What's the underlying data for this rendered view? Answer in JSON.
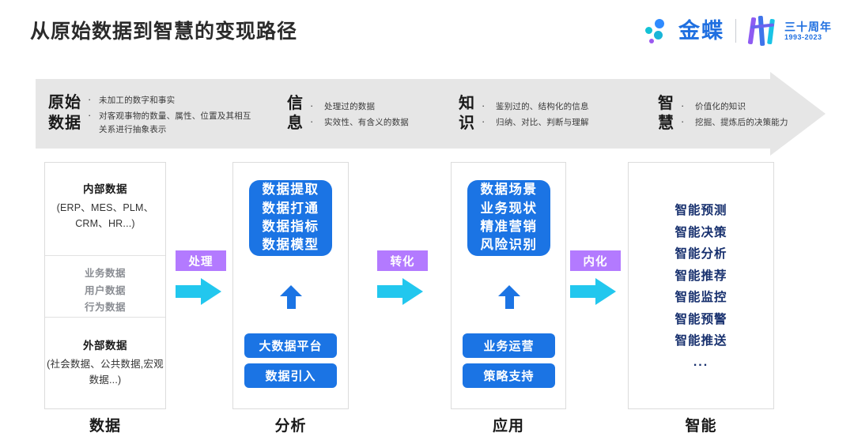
{
  "header": {
    "title": "从原始数据到智慧的变现路径",
    "brand": {
      "name": "金蝶",
      "anniversary_cn": "三十周年",
      "anniversary_years": "1993-2023"
    }
  },
  "banner": {
    "stages": [
      {
        "title_line1": "原始",
        "title_line2": "数据",
        "bullets": [
          "未加工的数字和事实",
          "对客观事物的数量、属性、位置及其相互关系进行抽象表示"
        ],
        "dot": "·"
      },
      {
        "title_line1": "信",
        "title_line2": "息",
        "bullets": [
          "处理过的数据",
          "实效性、有含义的数据"
        ],
        "dot": "·"
      },
      {
        "title_line1": "知",
        "title_line2": "识",
        "bullets": [
          "鉴别过的、结构化的信息",
          "归纳、对比、判断与理解"
        ],
        "dot": "·"
      },
      {
        "title_line1": "智",
        "title_line2": "慧",
        "bullets": [
          "价值化的知识",
          "挖掘、提炼后的决策能力"
        ],
        "dot": "·"
      }
    ]
  },
  "columns": [
    {
      "caption": "数据",
      "internal_heading": "内部数据",
      "internal_detail": "(ERP、MES、PLM、CRM、HR...)",
      "middle_items": [
        "业务数据",
        "用户数据",
        "行为数据"
      ],
      "external_heading": "外部数据",
      "external_detail": "(社会数据、公共数据,宏观数据...)"
    },
    {
      "caption": "分析",
      "card_text": "数据提取\n数据打通\n数据指标\n数据模型",
      "pills": [
        "大数据平台",
        "数据引入"
      ]
    },
    {
      "caption": "应用",
      "card_text": "数据场景\n业务现状\n精准营销\n风险识别",
      "pills": [
        "业务运营",
        "策略支持"
      ]
    },
    {
      "caption": "智能",
      "items": [
        "智能预测",
        "智能决策",
        "智能分析",
        "智能推荐",
        "智能监控",
        "智能预警",
        "智能推送",
        "..."
      ]
    }
  ],
  "connectors": [
    {
      "label": "处理"
    },
    {
      "label": "转化"
    },
    {
      "label": "内化"
    }
  ],
  "colors": {
    "banner_bg": "#e6e6e6",
    "card_blue": "#1b74e4",
    "connector_purple": "#b37aff",
    "connector_cyan": "#22c7ee",
    "navy_text": "#17306e",
    "brand_blue": "#1f6fe0"
  }
}
